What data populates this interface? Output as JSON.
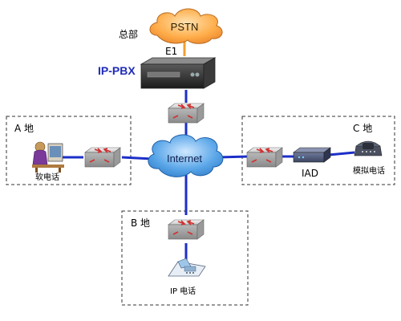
{
  "labels": {
    "headquarters": "总部",
    "pstn": "PSTN",
    "e1": "E1",
    "ip_pbx": "IP-PBX",
    "internet": "Internet",
    "site_a": "A 地",
    "site_b": "B 地",
    "site_c": "C 地",
    "softphone": "软电话",
    "ip_phone": "IP 电话",
    "iad": "IAD",
    "analog_phone": "模拟电话"
  },
  "colors": {
    "link": "#1c2fc8",
    "e1_link": "#f0a030",
    "pstn_cloud": "#ffa844",
    "internet_cloud": "#3a8fd8",
    "dashed_border": "#333333",
    "ip_pbx_label": "#1f2bb8"
  },
  "icons": {
    "pstn": "orange-cloud",
    "internet": "blue-cloud",
    "ip_pbx": "rack-server",
    "router": "router-icon",
    "softphone": "person-at-computer",
    "ip_phone": "desk-phone",
    "iad": "access-device",
    "analog_phone": "telephone"
  }
}
